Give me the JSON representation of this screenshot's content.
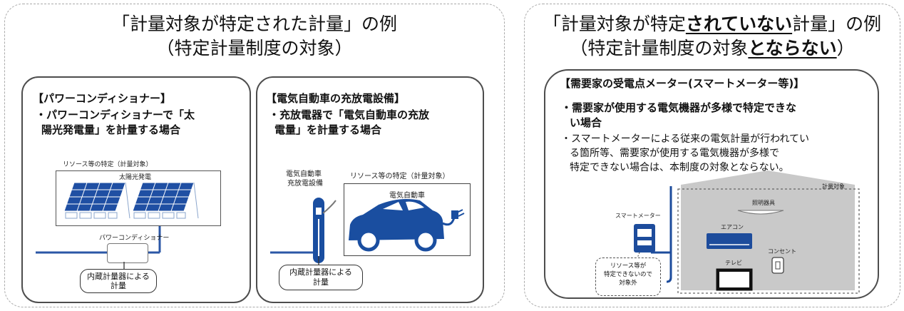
{
  "left": {
    "title_line1": "「計量対象が特定された計量」の例",
    "title_line2": "（特定計量制度の対象）",
    "card1": {
      "heading": "【パワーコンディショナー】",
      "bullet_line1": "・パワーコンディショナーで「太",
      "bullet_line2": "陽光発電量」を計量する場合",
      "resource_label": "リソース等の特定（計量対象）",
      "solar_label": "太陽光発電",
      "pcs_label": "パワーコンディショナー",
      "meter_line1": "内蔵計量器による",
      "meter_line2": "計量"
    },
    "card2": {
      "heading": "【電気自動車の充放電設備】",
      "bullet_line1": "・充放電器で「電気自動車の充放",
      "bullet_line2": "電量」を計量する場合",
      "charger_line1": "電気自動車",
      "charger_line2": "充放電設備",
      "resource_label": "リソース等の特定（計量対象）",
      "ev_label": "電気自動車",
      "meter_line1": "内蔵計量器による",
      "meter_line2": "計量"
    }
  },
  "right": {
    "title1_pre": "「計量対象が特定",
    "title1_ul": "されていない",
    "title1_post": "計量」の例",
    "title2_pre": "（特定計量制度の対象",
    "title2_ul": "とならない",
    "title2_post": "）",
    "card": {
      "heading": "【需要家の受電点メーター(スマートメーター等)】",
      "bullet_bold_line1": "・需要家が使用する電気機器が多様で特定できな",
      "bullet_bold_line2": "い場合",
      "bullet_line1": "・スマートメーターによる従来の電気計量が行われてい",
      "bullet_line2": "る箇所等、需要家が使用する電気機器が多様で",
      "bullet_line3": "特定できない場合は、本制度の対象とならない。",
      "meter_target_label": "計量対象",
      "smart_meter_label": "スマートメーター",
      "lighting_label": "照明器具",
      "aircon_label": "エアコン",
      "outlet_label": "コンセント",
      "tv_label": "テレビ",
      "note_line1": "リソース等が",
      "note_line2": "特定できないので",
      "note_line3": "対象外"
    }
  },
  "colors": {
    "solar_blue": "#1f4fa3",
    "ev_blue": "#1a4ea0",
    "meter_blue": "#1d4c9c",
    "house_gray": "#c9c9c9",
    "border": "#4d4d4d"
  }
}
